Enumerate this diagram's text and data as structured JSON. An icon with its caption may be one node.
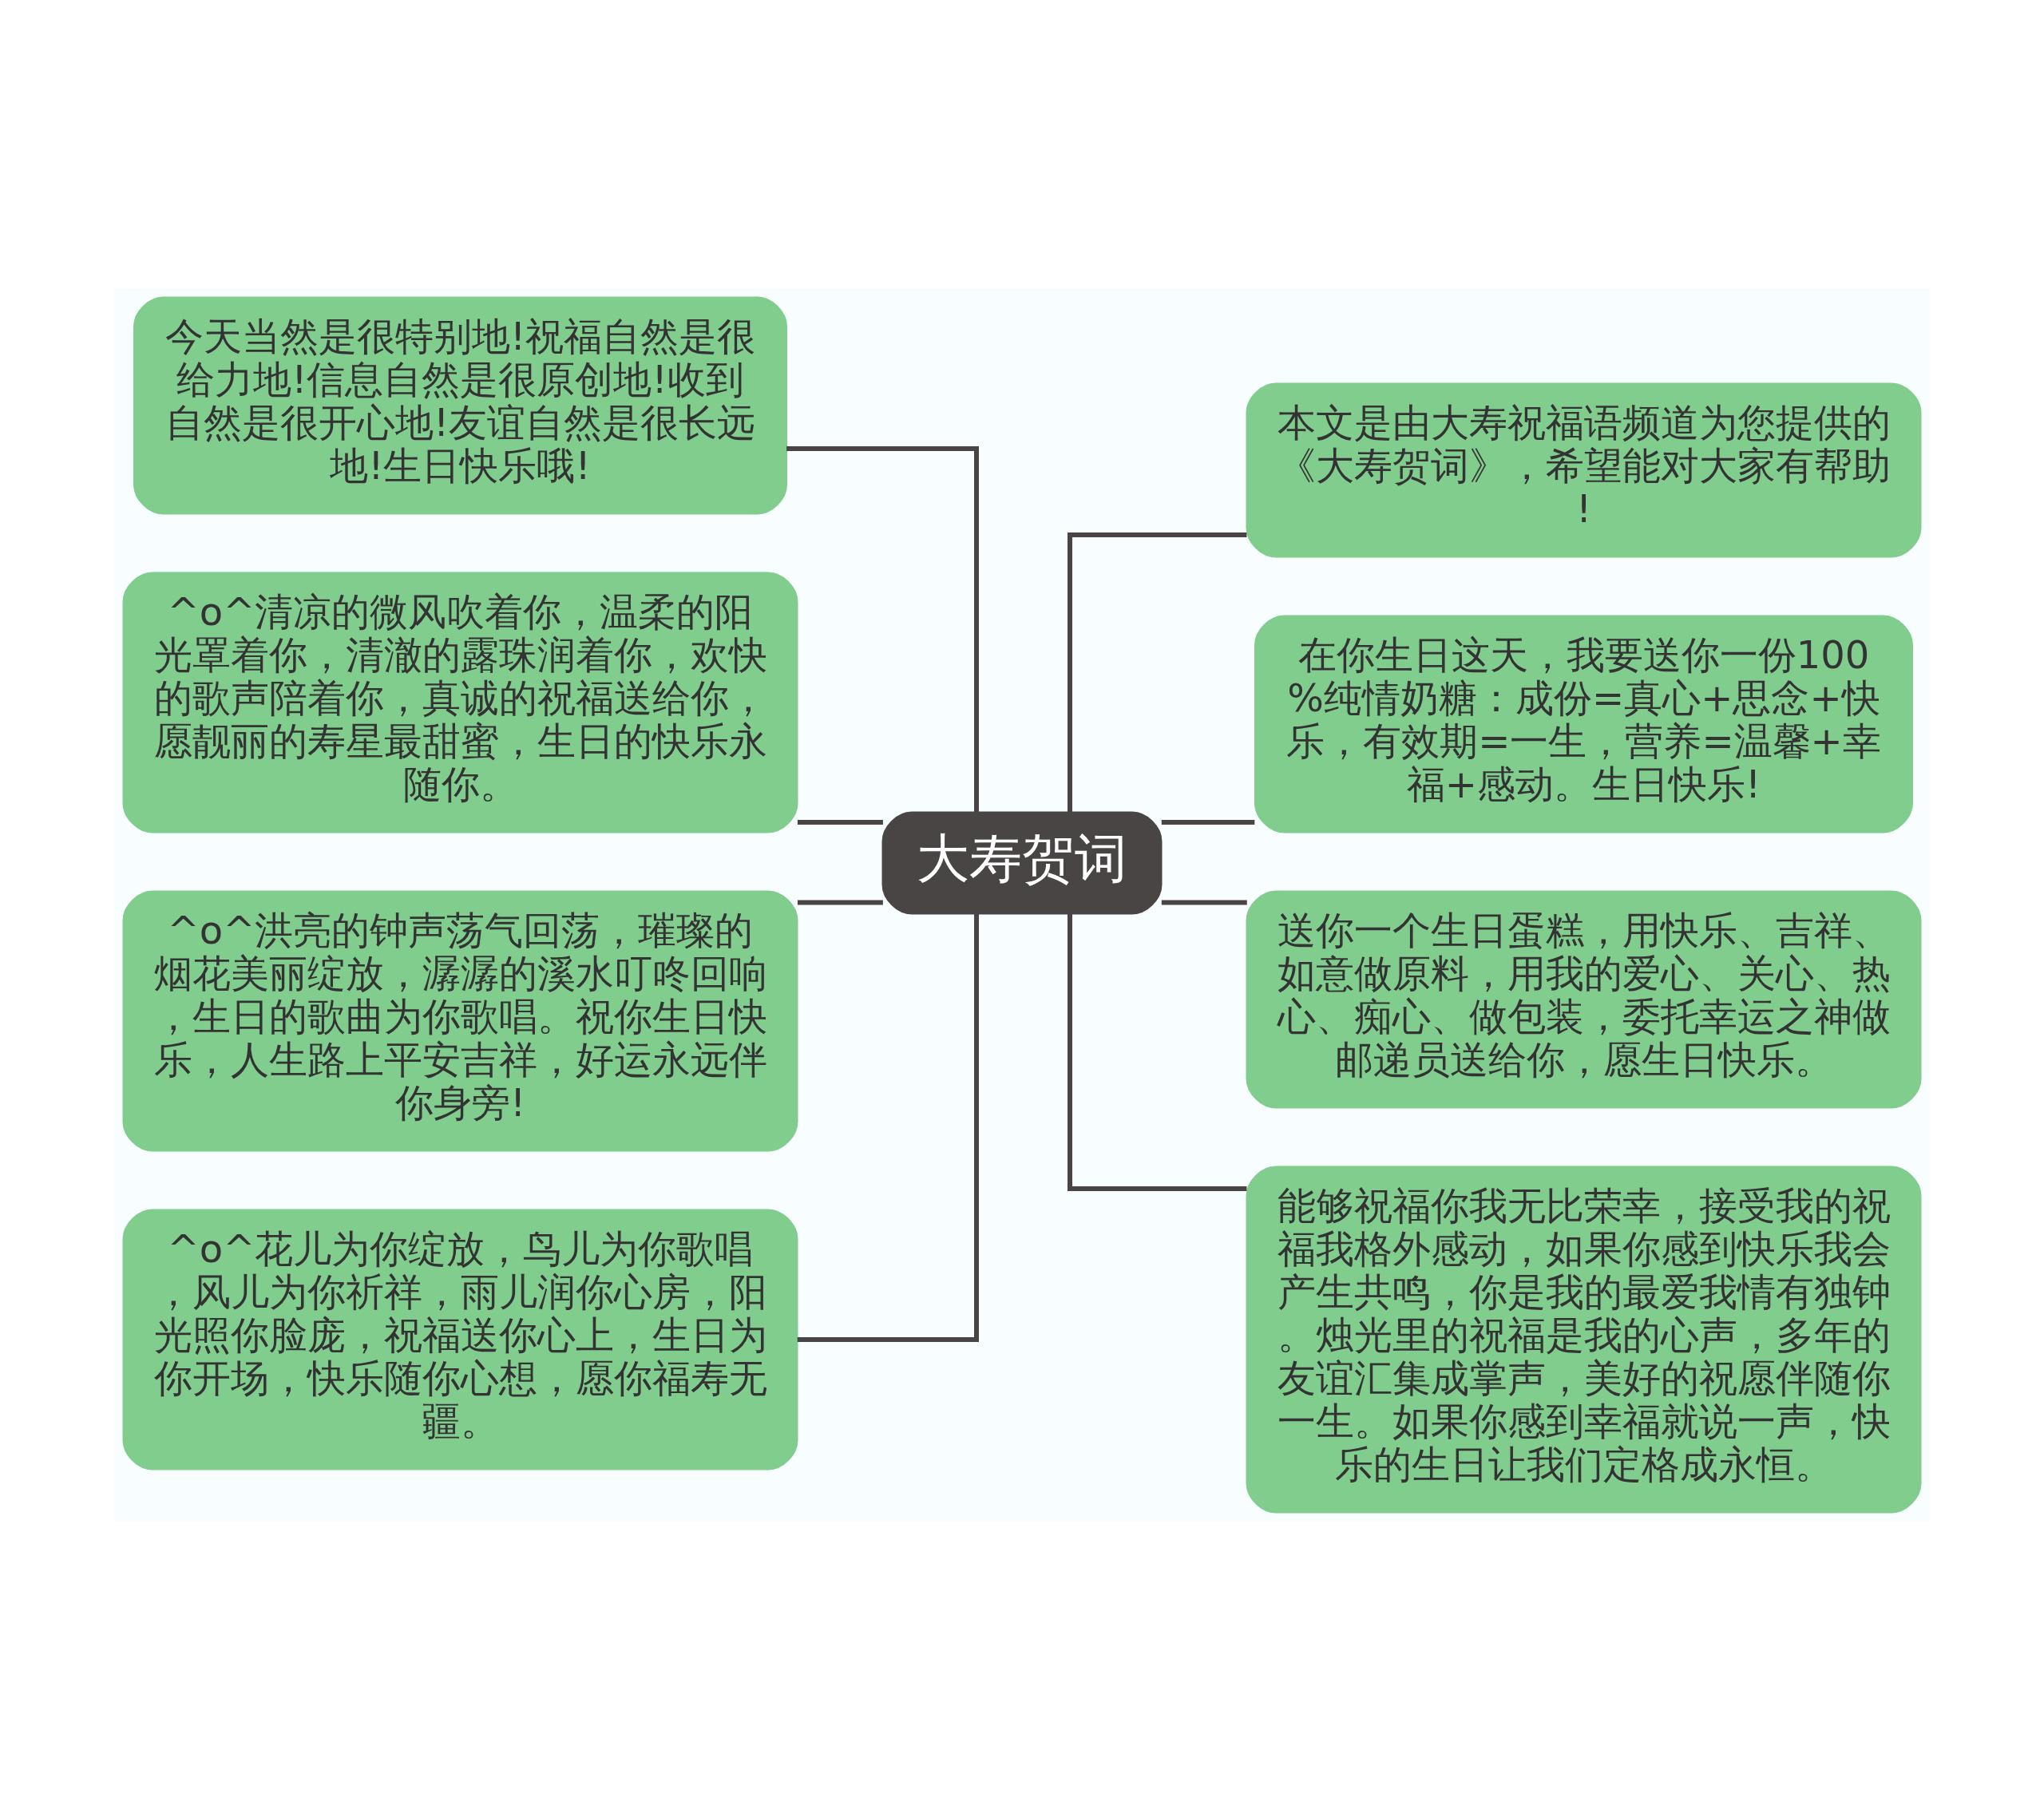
{
  "diagram": {
    "nodes": [
      {
        "text": [
          "大寿贺词"
        ]
      },
      {
        "text": [
          "今天当然是很特别地!祝福自然是很给力地!信息自然是很原创地!收到自然是很开心地!友谊自然是很长远地!生日快乐哦!"
        ]
      },
      {
        "text": [
          "^o^清凉的微风吹着你，温柔的阳光罩着你，清澈的露珠润着你，欢快的歌声陪着你，真诚的祝福送给你，愿靓丽的寿星最甜蜜，生日的快乐永随你。"
        ]
      },
      {
        "text": [
          "^o^洪亮的钟声荡气回荡，璀璨的烟花美丽绽放，潺潺的溪水叮咚回响，生日的歌曲为你歌唱。祝你生日快乐，人生路上平安吉祥，好运永远伴你身旁!"
        ]
      },
      {
        "text": [
          "^o^花儿为你绽放，鸟儿为你歌唱，风儿为你祈祥，雨儿润你心房，阳光照你脸庞，祝福送你心上，生日为你开场，快乐随你心想，愿你福寿无疆。"
        ]
      },
      {
        "text": [
          "本文是由大寿祝福语频道为您提供的《大寿贺词》，希望能对大家有帮助!"
        ]
      },
      {
        "text": [
          "在你生日这天，我要送你一份100%纯情奶糖：成份=真心+思念+快乐，有效期=一生，营养=温馨+幸福+感动。生日快乐!"
        ]
      },
      {
        "text": [
          "送你一个生日蛋糕，用快乐、吉祥、如意做原料，用我的爱心、关心、热心、痴心、做包装，委托幸运之神做邮递员送给你，愿生日快乐。"
        ]
      },
      {
        "text": [
          "能够祝福你我无比荣幸，接受我的祝福我格外感动，如果你感到快乐我会产生共鸣，你是我的最爱我情有独钟。烛光里的祝福是我的心声，多年的友谊汇集成掌声，美好的祝愿伴随你一生。如果你感到幸福就说一声，快乐的生日让我们定格成永恒。"
        ]
      }
    ],
    "edges": [
      {
        "from": 0,
        "to": 1,
        "arrow": "none"
      },
      {
        "from": 0,
        "to": 2,
        "arrow": "none"
      },
      {
        "from": 0,
        "to": 3,
        "arrow": "none"
      },
      {
        "from": 0,
        "to": 4,
        "arrow": "none"
      },
      {
        "from": 0,
        "to": 5,
        "arrow": "none"
      },
      {
        "from": 0,
        "to": 6,
        "arrow": "none"
      },
      {
        "from": 0,
        "to": 7,
        "arrow": "none"
      },
      {
        "from": 0,
        "to": 8,
        "arrow": "none"
      }
    ]
  }
}
